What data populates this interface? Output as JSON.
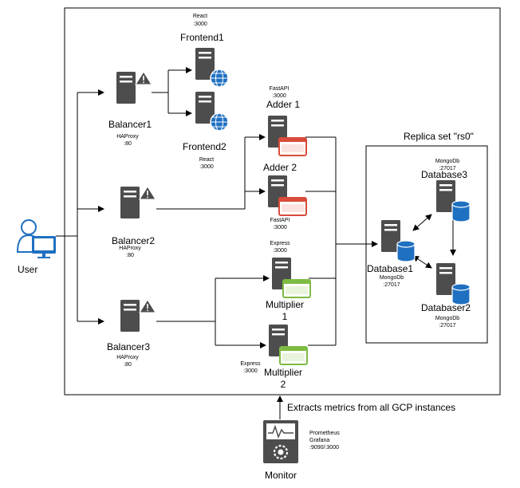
{
  "user": {
    "label": "User"
  },
  "balancers": [
    {
      "name": "Balancer1",
      "tech": "HAProxy",
      "port": ":80"
    },
    {
      "name": "Balancer2",
      "tech": "HAProxy",
      "port": ":80"
    },
    {
      "name": "Balancer3",
      "tech": "HAProxy",
      "port": ":80"
    }
  ],
  "frontends": [
    {
      "name": "Frontend1",
      "tech": "React",
      "port": ":3000"
    },
    {
      "name": "Frontend2",
      "tech": "React",
      "port": ":3000"
    }
  ],
  "adders": [
    {
      "name": "Adder 1",
      "tech": "FastAPI",
      "port": ":3000"
    },
    {
      "name": "Adder 2",
      "tech": "FastAPI",
      "port": ":3000"
    }
  ],
  "multipliers": [
    {
      "name_line1": "Multiplier",
      "name_line2": "1",
      "tech": "Express",
      "port": ":3000"
    },
    {
      "name_line1": "Multiplier",
      "name_line2": "2",
      "tech": "Express",
      "port": ":3000"
    }
  ],
  "replica_set": {
    "title": "Replica set \"rs0\"",
    "databases": [
      {
        "name": "Database1",
        "tech": "MongoDb",
        "port": ":27017"
      },
      {
        "name": "Database3",
        "tech": "MongoDb",
        "port": ":27017"
      },
      {
        "name": "Databaser2",
        "tech": "MongoDb",
        "port": ":27017"
      }
    ]
  },
  "monitor": {
    "name": "Monitor",
    "tools_line1": "Prometheus",
    "tools_line2": "Grafana",
    "ports": ":9090/:3000",
    "metrics_label": "Extracts metrics from all GCP instances"
  },
  "colors": {
    "server": "#4d4d4d",
    "globe": "#1f70c1",
    "adder_window": "#d94b3a",
    "multiplier_window": "#7dbb42",
    "database": "#1f70c1",
    "user": "#1f70c1"
  },
  "icons": {
    "user": "user-icon",
    "balancer": "load-balancer-icon",
    "frontend": "web-server-icon",
    "adder": "application-server-icon",
    "multiplier": "application-server-icon",
    "database": "database-server-icon",
    "monitor": "monitoring-server-icon"
  }
}
